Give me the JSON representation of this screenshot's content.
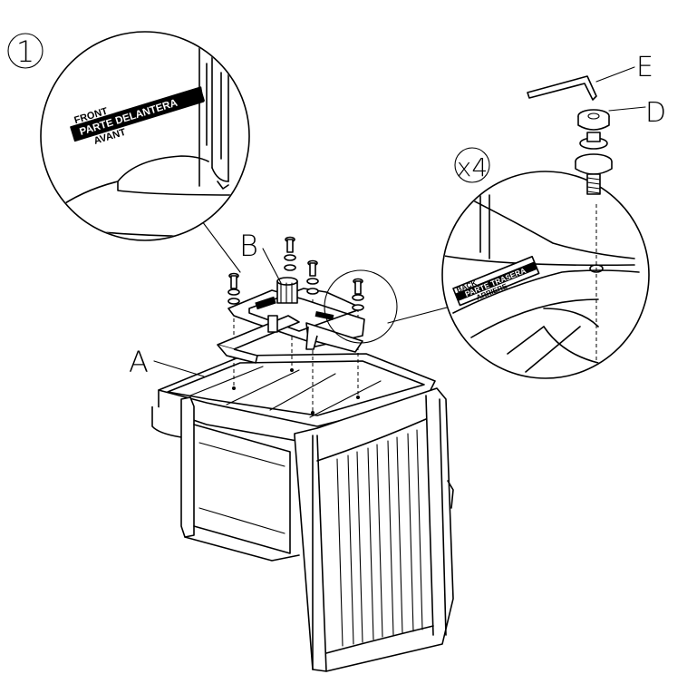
{
  "step": {
    "number": "1"
  },
  "parts": {
    "a": "A",
    "b": "B",
    "d": "D",
    "e": "E"
  },
  "quantity": "x4",
  "front_label": {
    "line1": "FRONT",
    "line2": "PARTE DELANTERA",
    "line3": "AVANT"
  },
  "back_label": {
    "line1": "BACK",
    "line2": "PARTE TRASERA",
    "line3": "ARRIERE"
  }
}
